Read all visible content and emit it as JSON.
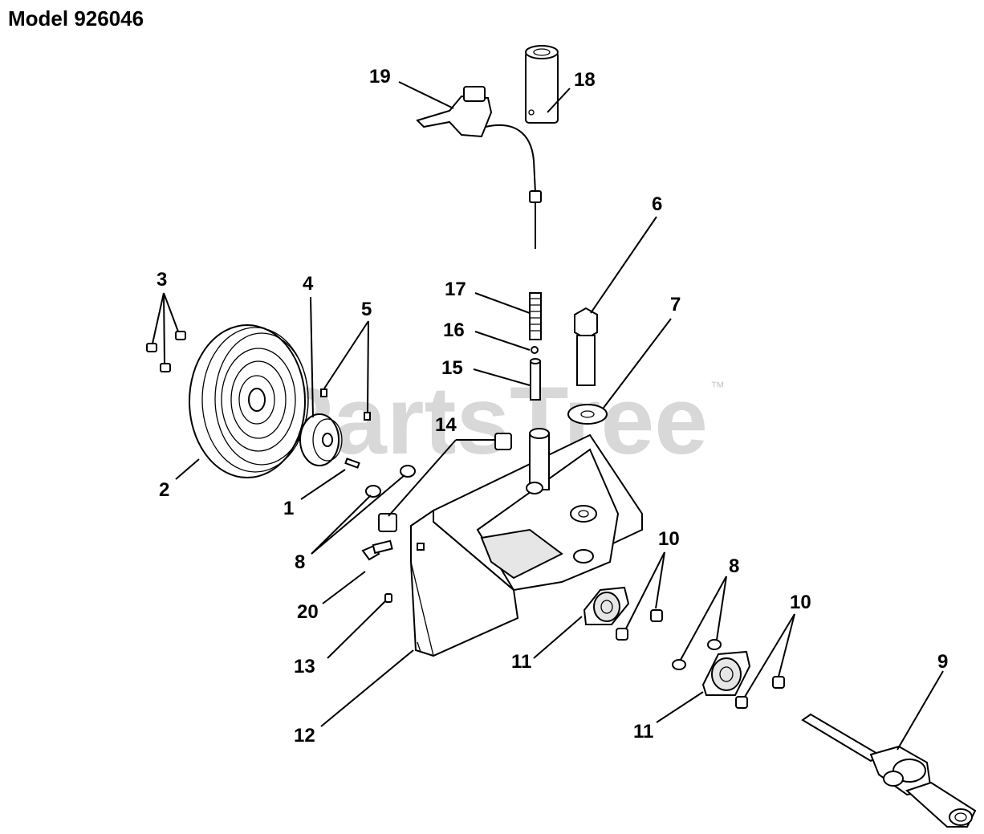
{
  "title": "Model 926046",
  "watermark": "PartsTree",
  "watermark_tm": "™",
  "callouts": {
    "c1": "1",
    "c2": "2",
    "c3": "3",
    "c4": "4",
    "c5": "5",
    "c6": "6",
    "c7": "7",
    "c8a": "8",
    "c8b": "8",
    "c9": "9",
    "c10a": "10",
    "c10b": "10",
    "c11a": "11",
    "c11b": "11",
    "c12": "12",
    "c13": "13",
    "c14": "14",
    "c15": "15",
    "c16": "16",
    "c17": "17",
    "c18": "18",
    "c19": "19",
    "c20": "20"
  }
}
